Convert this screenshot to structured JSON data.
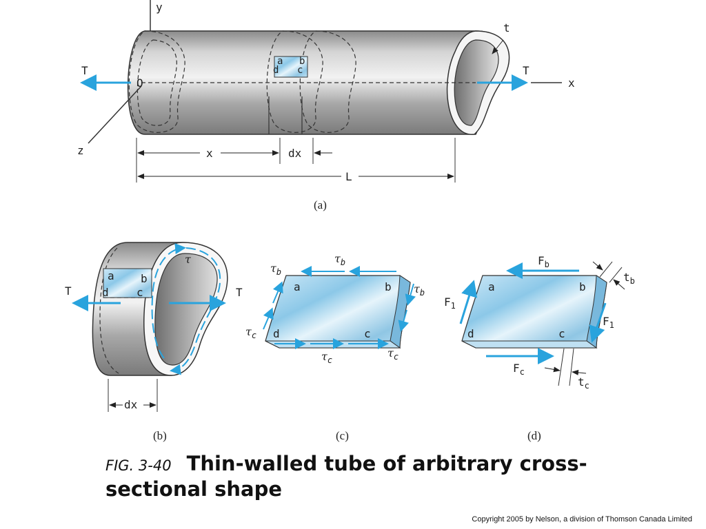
{
  "panel_a": {
    "label": "(a)",
    "axis_y": "y",
    "axis_x": "x",
    "axis_z": "z",
    "origin": "O",
    "torque_left": "T",
    "torque_right": "T",
    "thickness": "t",
    "corners": [
      "a",
      "b",
      "d",
      "c"
    ],
    "dim_x": "x",
    "dim_dx": "dx",
    "dim_L": "L"
  },
  "panel_b": {
    "label": "(b)",
    "torque_left": "T",
    "torque_right": "T",
    "tau": "τ",
    "corners": [
      "a",
      "b",
      "d",
      "c"
    ],
    "dim_dx": "dx"
  },
  "panel_c": {
    "label": "(c)",
    "tau": "τ",
    "sub_b": "b",
    "sub_c": "c",
    "corners": [
      "a",
      "b",
      "d",
      "c"
    ]
  },
  "panel_d": {
    "label": "(d)",
    "F": "F",
    "t": "t",
    "sub_b": "b",
    "sub_c": "c",
    "sub_1": "1",
    "corners": [
      "a",
      "b",
      "d",
      "c"
    ]
  },
  "caption": {
    "fig_number": "FIG. 3-40",
    "title": "Thin-walled tube of arbitrary cross-sectional shape"
  },
  "copyright": "Copyright 2005 by Nelson, a division of Thomson Canada Limited",
  "colors": {
    "arrow": "#29a3dd",
    "metal": "#a9a9a9",
    "element": "#9fd0ea"
  }
}
